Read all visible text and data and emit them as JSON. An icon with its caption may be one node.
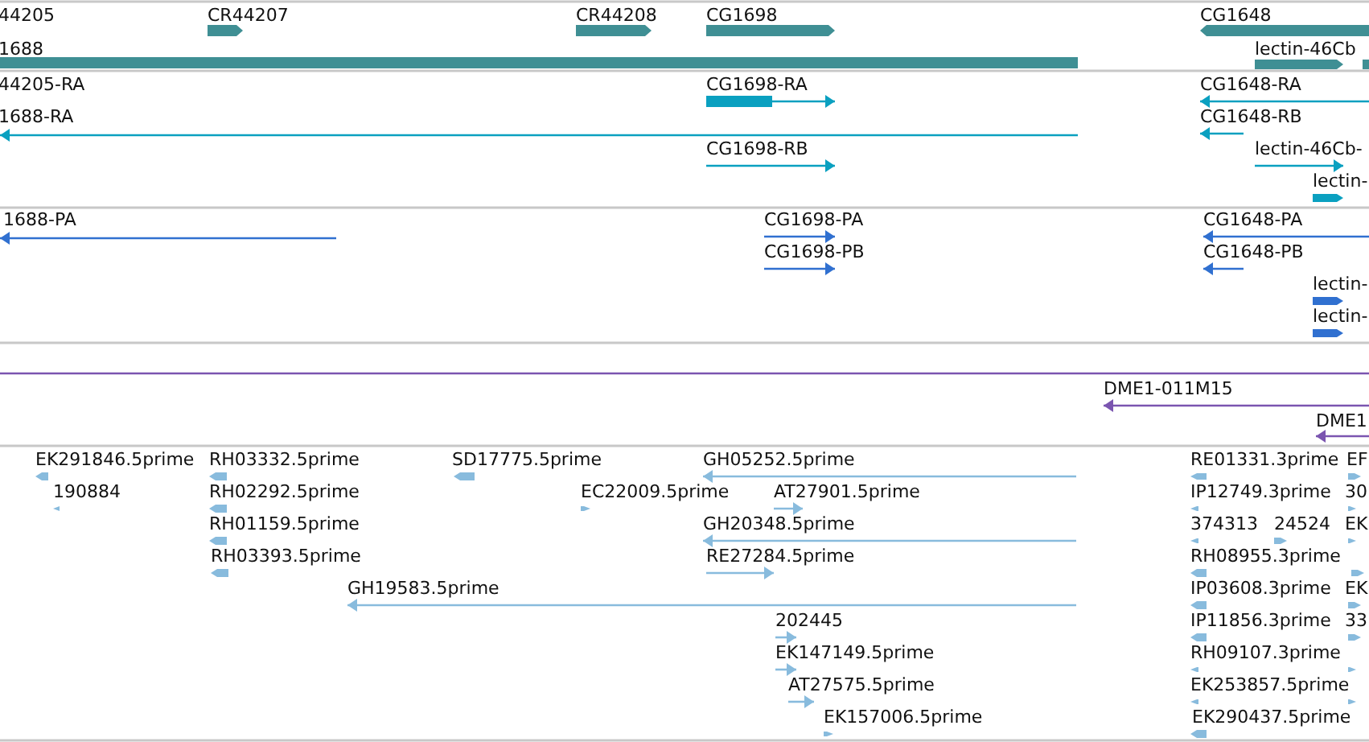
{
  "diagram": {
    "labels": [
      "44205",
      "CR44207",
      "CR44208",
      "CG1698",
      "CG1648",
      "1688",
      "lectin-46Cb",
      "44205-RA",
      "CG1698-RA",
      "CG1648-RA",
      "1688-RA",
      "CG1648-RB",
      "CG1698-RB",
      "lectin-46Cb-",
      "lectin-",
      "1688-PA",
      "CG1698-PA",
      "CG1648-PA",
      "CG1698-PB",
      "CG1648-PB",
      "lectin-",
      "lectin-",
      "DME1-011M15",
      "DME1",
      "EK291846.5prime",
      "RH03332.5prime",
      "SD17775.5prime",
      "GH05252.5prime",
      "RE01331.3prime",
      "EF",
      "190884",
      "RH02292.5prime",
      "EC22009.5prime",
      "AT27901.5prime",
      "IP12749.3prime",
      "30",
      "RH01159.5prime",
      "GH20348.5prime",
      "374313",
      "24524",
      "EK",
      "RH03393.5prime",
      "RE27284.5prime",
      "RH08955.3prime",
      "GH19583.5prime",
      "IP03608.3prime",
      "EK",
      "202445",
      "IP11856.3prime",
      "33",
      "EK147149.5prime",
      "RH09107.3prime",
      "AT27575.5prime",
      "EK253857.5prime",
      "EK157006.5prime",
      "EK290437.5prime"
    ]
  }
}
